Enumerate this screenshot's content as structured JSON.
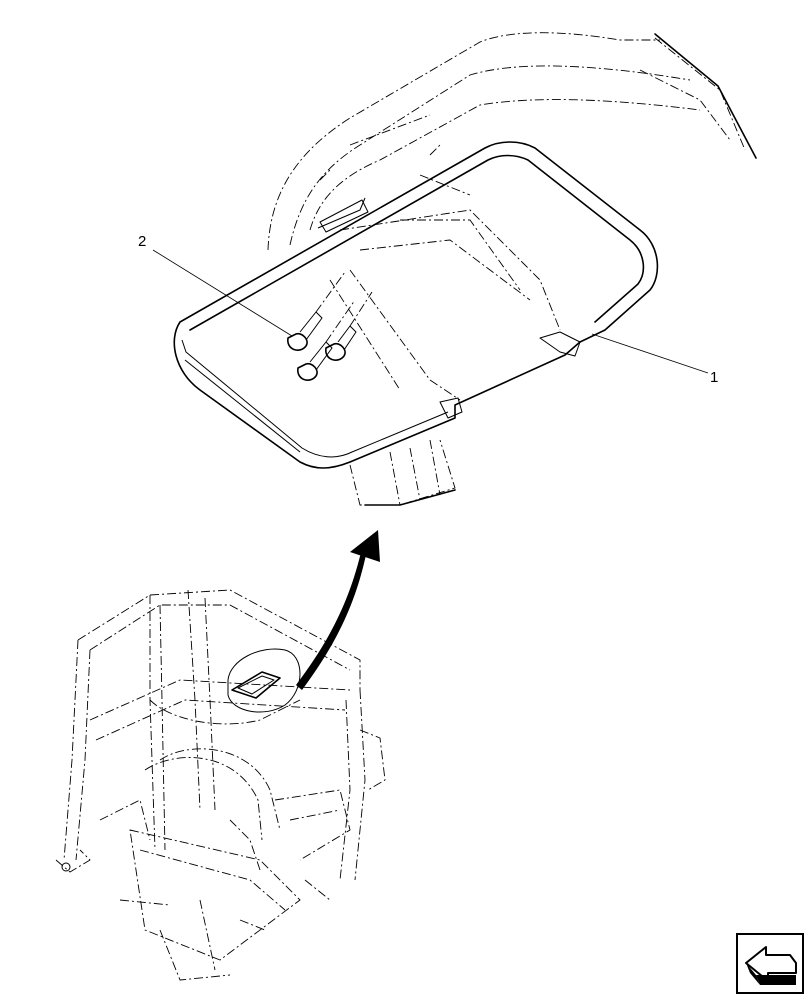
{
  "callouts": [
    {
      "id": "1",
      "label": "1"
    },
    {
      "id": "2",
      "label": "2"
    }
  ],
  "icons": {
    "navigation": "arrow-left-icon",
    "assembly_arrow": "curved-arrow-icon"
  },
  "colors": {
    "line": "#000000",
    "background": "#ffffff"
  }
}
